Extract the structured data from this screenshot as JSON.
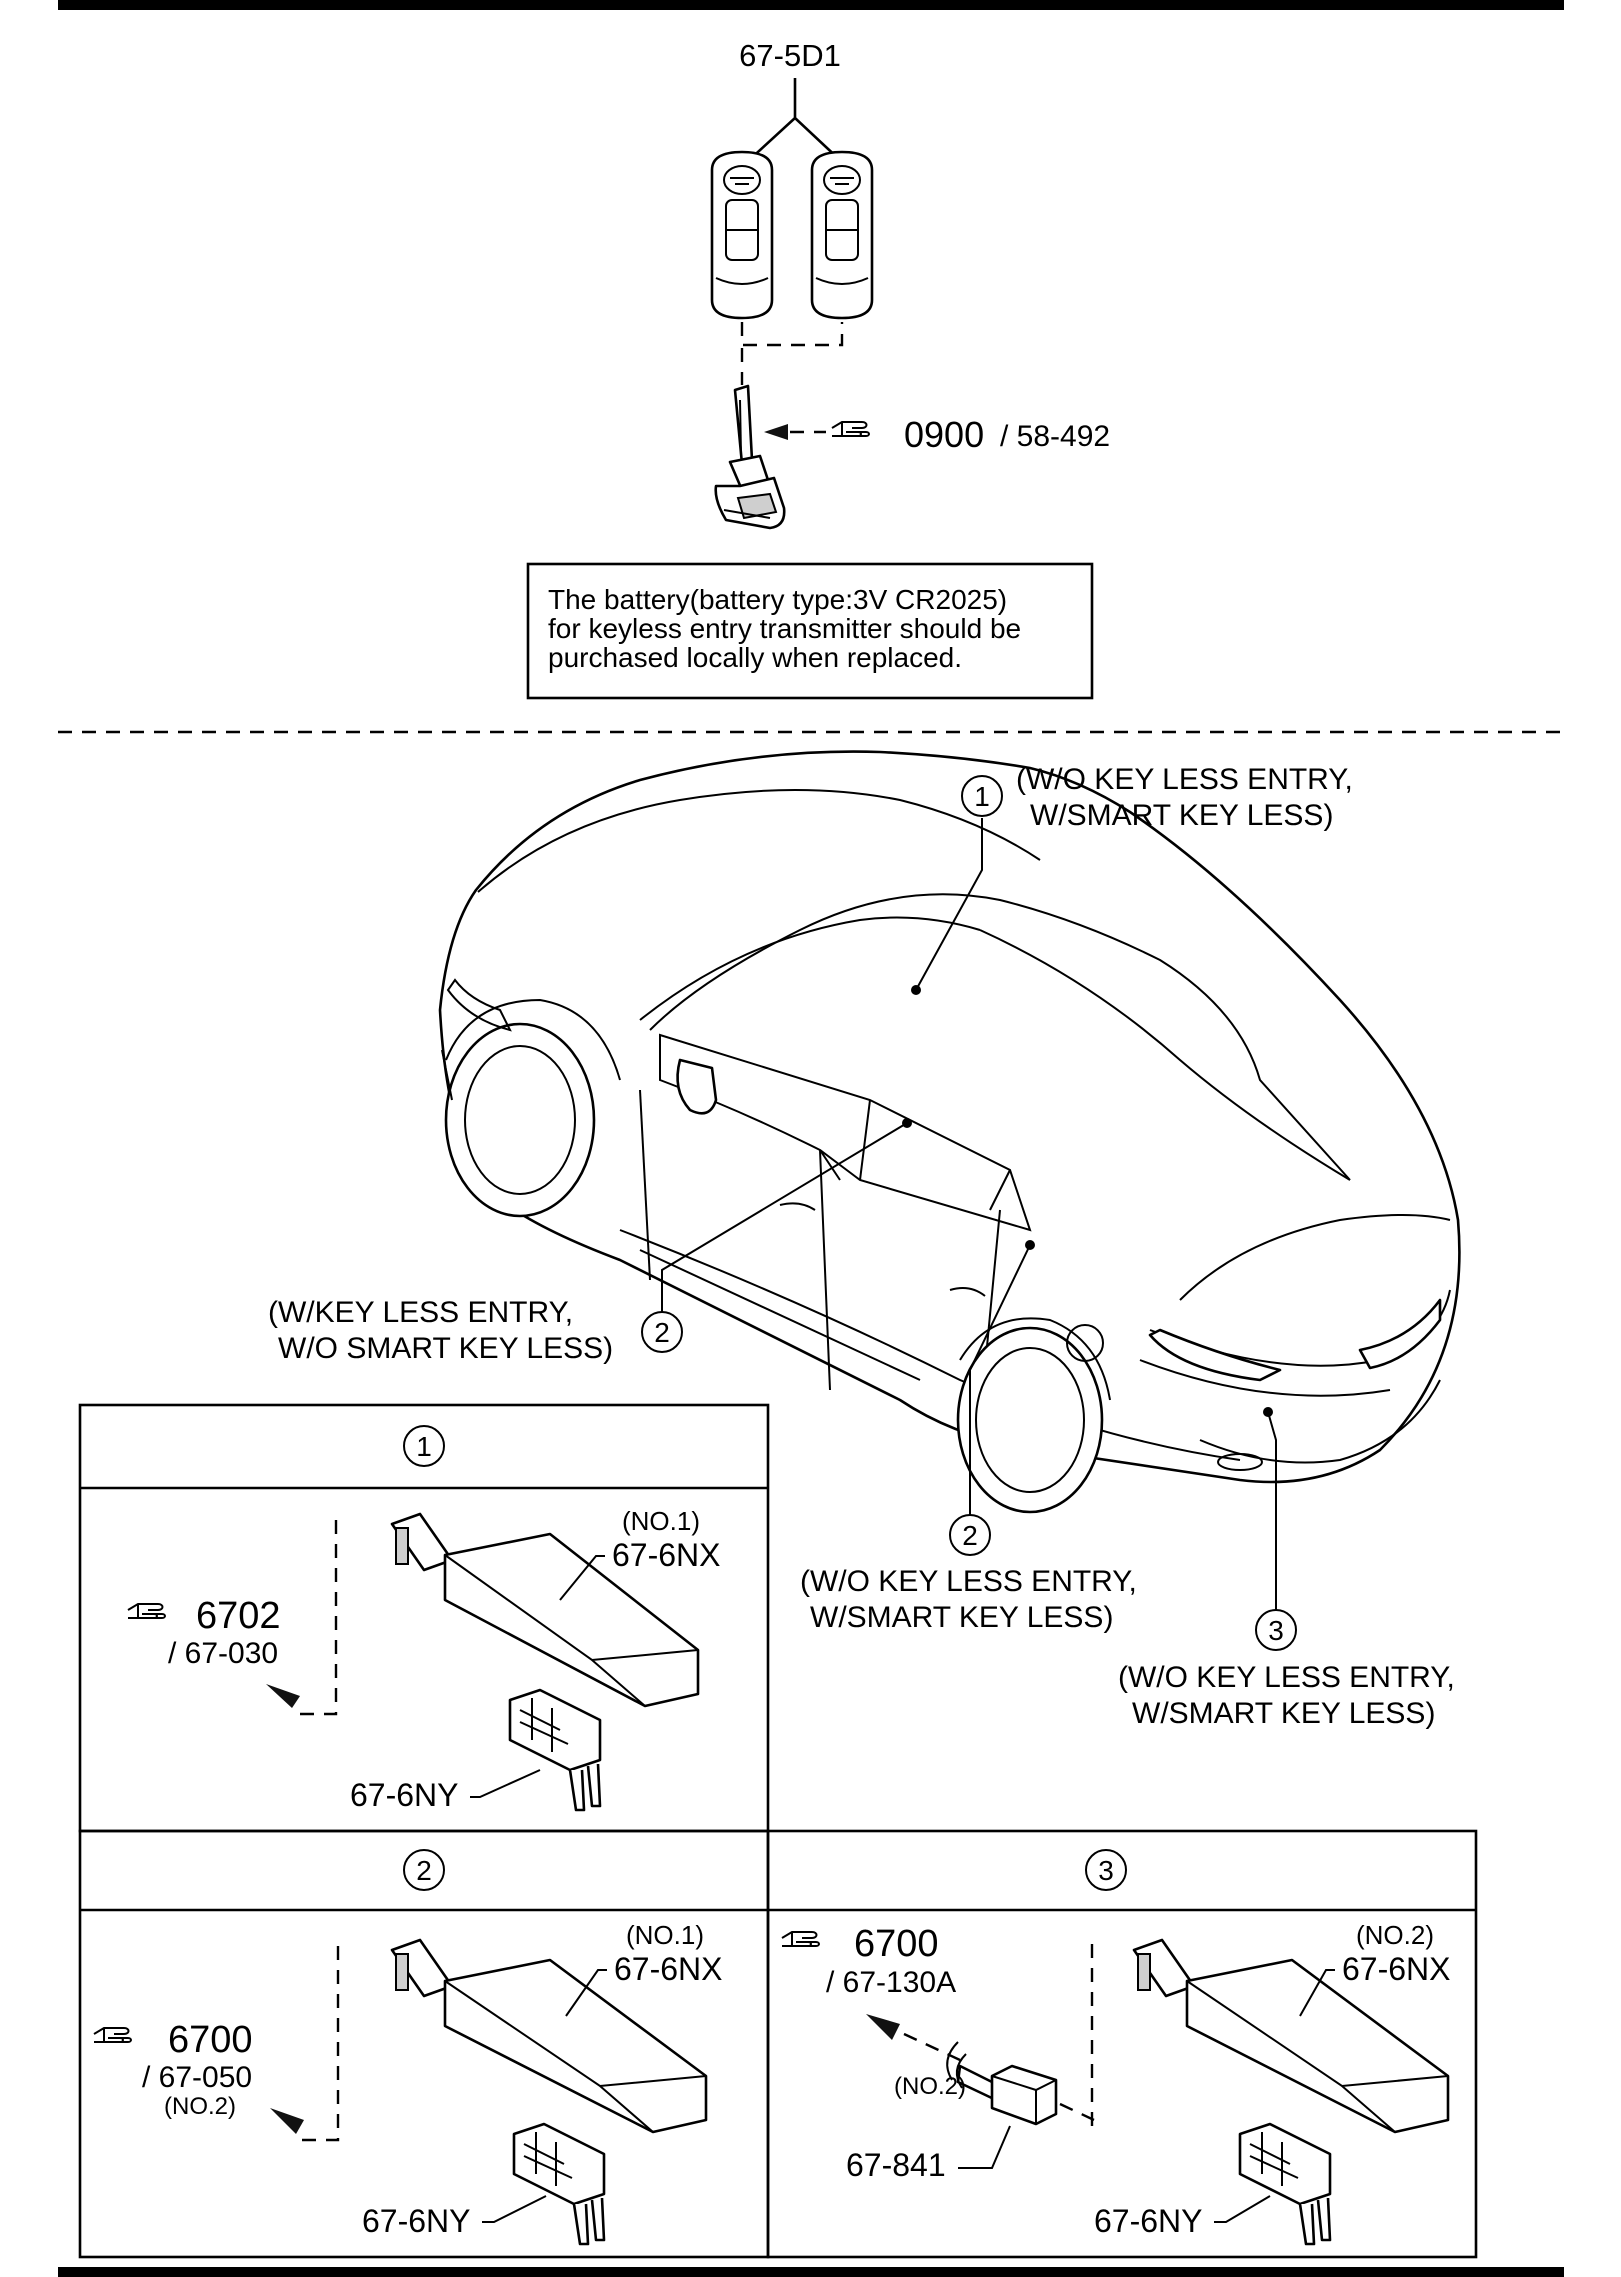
{
  "key_section": {
    "key_part": "67-5D1",
    "ref_num": "0900",
    "ref_sub": "/ 58-492",
    "note_line1": "The battery(battery type:3V CR2025)",
    "note_line2": "for keyless entry transmitter should be",
    "note_line3": "purchased locally when replaced."
  },
  "callouts": {
    "c1": {
      "num": "1",
      "line1": "(W/O KEY LESS ENTRY,",
      "line2": "W/SMART KEY LESS)"
    },
    "c2a": {
      "num": "2",
      "line1": "(W/KEY LESS ENTRY,",
      "line2": "W/O SMART KEY LESS)"
    },
    "c2b": {
      "num": "2",
      "line1": "(W/O KEY LESS ENTRY,",
      "line2": "W/SMART KEY LESS)"
    },
    "c3": {
      "num": "3",
      "line1": "(W/O KEY LESS ENTRY,",
      "line2": "W/SMART KEY LESS)"
    }
  },
  "box1": {
    "header": "1",
    "ref_num": "6702",
    "ref_sub": "/ 67-030",
    "antenna_qty": "(NO.1)",
    "antenna_part": "67-6NX",
    "bracket_part": "67-6NY"
  },
  "box2": {
    "header": "2",
    "ref_num": "6700",
    "ref_sub": "/ 67-050",
    "ref_qty": "(NO.2)",
    "antenna_qty": "(NO.1)",
    "antenna_part": "67-6NX",
    "bracket_part": "67-6NY"
  },
  "box3": {
    "header": "3",
    "ref_num": "6700",
    "ref_sub": "/ 67-130A",
    "antenna_qty": "(NO.2)",
    "antenna_part": "67-6NX",
    "connector_qty": "(NO.2)",
    "connector_part": "67-841",
    "bracket_part": "67-6NY"
  },
  "icons": [
    "hand-pointer-icon"
  ]
}
